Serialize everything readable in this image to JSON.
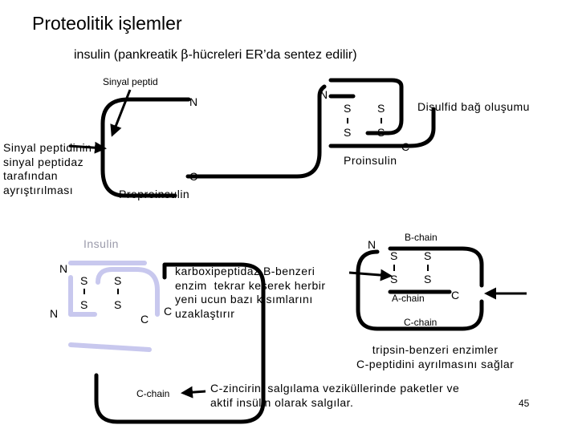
{
  "title": "Proteolitik işlemler",
  "subtitle_pre": "insulin (pankreatik ",
  "subtitle_beta": "β",
  "subtitle_post": "-hücreleri ER’da sentez edilir)",
  "preproinsulin": {
    "signal_peptide": "Sinyal peptid",
    "n_label": "N",
    "c_label": "C",
    "name": "Preproinsulin",
    "cleavage_note": "Sinyal peptidinin\nsinyal peptidaz\ntarafından\nayrıştırılması"
  },
  "proinsulin": {
    "n_label": "N",
    "s1": "S",
    "s2": "S",
    "s3": "S",
    "s4": "S",
    "disulfide_note": "Disulfid bağ oluşumu",
    "c_label": "C",
    "name": "Proinsulin"
  },
  "cleavage": {
    "n_label": "N",
    "b_chain": "B-chain",
    "s1": "S",
    "s2": "S",
    "s3": "S",
    "s4": "S",
    "a_chain": "A-chain",
    "c_label": "C",
    "c_chain": "C-chain",
    "trypsin_note": "tripsin-benzeri enzimler\nC-peptidini ayrılmasını sağlar"
  },
  "insulin": {
    "name": "Insulin",
    "n1": "N",
    "n2": "N",
    "s1": "S",
    "s2": "S",
    "s3": "S",
    "s4": "S",
    "c1": "C",
    "c2": "C",
    "carboxypeptidase_note": "karboxipeptidaz B-benzeri\nenzim  tekrar keserek herbir\nyeni ucun bazı kısımlarını\nuzaklaştırır",
    "c_chain": "C-chain",
    "secretion_note": "C-zincirini salgılama veziküllerinde paketler ve\naktif insülin olarak salgılar."
  },
  "page_number": "45",
  "colors": {
    "chain": "#000000",
    "lavender": "#c8c8ee",
    "arrow": "#000000"
  }
}
